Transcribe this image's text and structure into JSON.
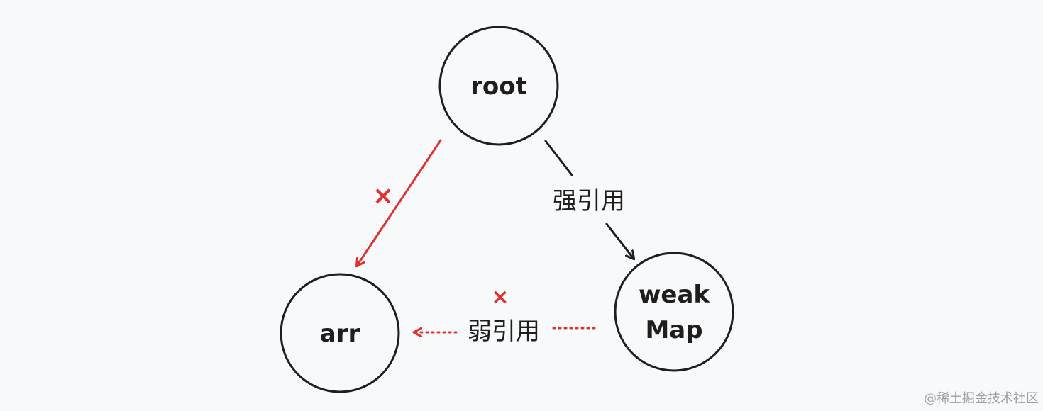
{
  "nodes": {
    "root": {
      "label": "root"
    },
    "arr": {
      "label": "arr"
    },
    "weakmap": {
      "line1": "weak",
      "line2": "Map"
    }
  },
  "edges": {
    "strong": {
      "label": "强引用"
    },
    "weak": {
      "label": "弱引用",
      "cross": "×"
    },
    "root_arr": {
      "cross": "×"
    }
  },
  "colors": {
    "stroke": "#1e1e1e",
    "removed": "#e03131",
    "background": "#f8f9fa"
  },
  "watermark": "@稀土掘金技术社区"
}
